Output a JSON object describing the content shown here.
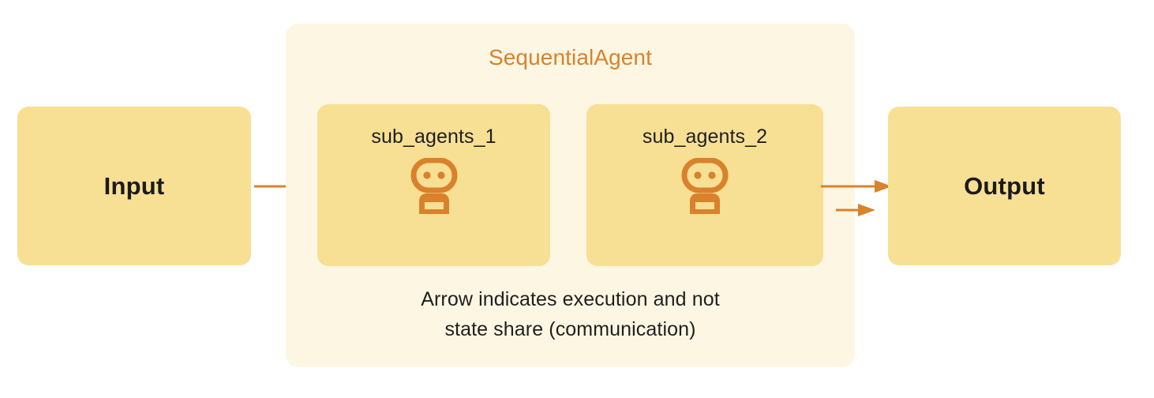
{
  "diagram": {
    "title": "SequentialAgent",
    "caption_line_1": "Arrow indicates execution and not",
    "caption_line_2": "state share (communication)",
    "input_label": "Input",
    "output_label": "Output",
    "sub_agents": [
      {
        "label": "sub_agents_1",
        "icon": "robot-icon"
      },
      {
        "label": "sub_agents_2",
        "icon": "robot-icon"
      }
    ],
    "arrows": [
      {
        "name": "arrow-input-to-sub-1",
        "from": "Input",
        "to": "sub_agents_1"
      },
      {
        "name": "arrow-sub-1-to-sub-2",
        "from": "sub_agents_1",
        "to": "sub_agents_2"
      },
      {
        "name": "arrow-sub-2-to-output",
        "from": "sub_agents_2",
        "to": "Output"
      }
    ],
    "colors": {
      "canvas_background": "#FFFFFF",
      "container_background": "#FDF6E3",
      "node_background": "#F7DF94",
      "accent_orange": "#D9822B",
      "text_dark": "#1F1F1F"
    }
  }
}
